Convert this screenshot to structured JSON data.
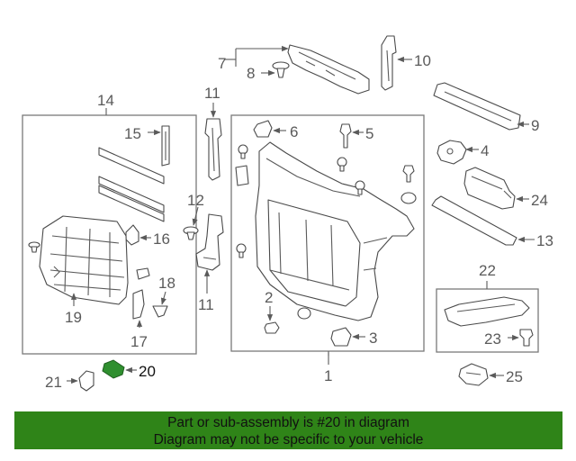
{
  "callouts": {
    "c1": "1",
    "c2": "2",
    "c3": "3",
    "c4": "4",
    "c5": "5",
    "c6": "6",
    "c7": "7",
    "c8": "8",
    "c9": "9",
    "c10": "10",
    "c11a": "11",
    "c11b": "11",
    "c12": "12",
    "c13": "13",
    "c14": "14",
    "c15": "15",
    "c16": "16",
    "c17": "17",
    "c18": "18",
    "c19": "19",
    "c20": "20",
    "c21": "21",
    "c22": "22",
    "c23": "23",
    "c24": "24",
    "c25": "25"
  },
  "highlight_color": "#2f8f2f",
  "banner": {
    "line1": "Part or sub-assembly is #20 in diagram",
    "line2": "Diagram may not be specific to your vehicle",
    "color": "#2f8418"
  }
}
